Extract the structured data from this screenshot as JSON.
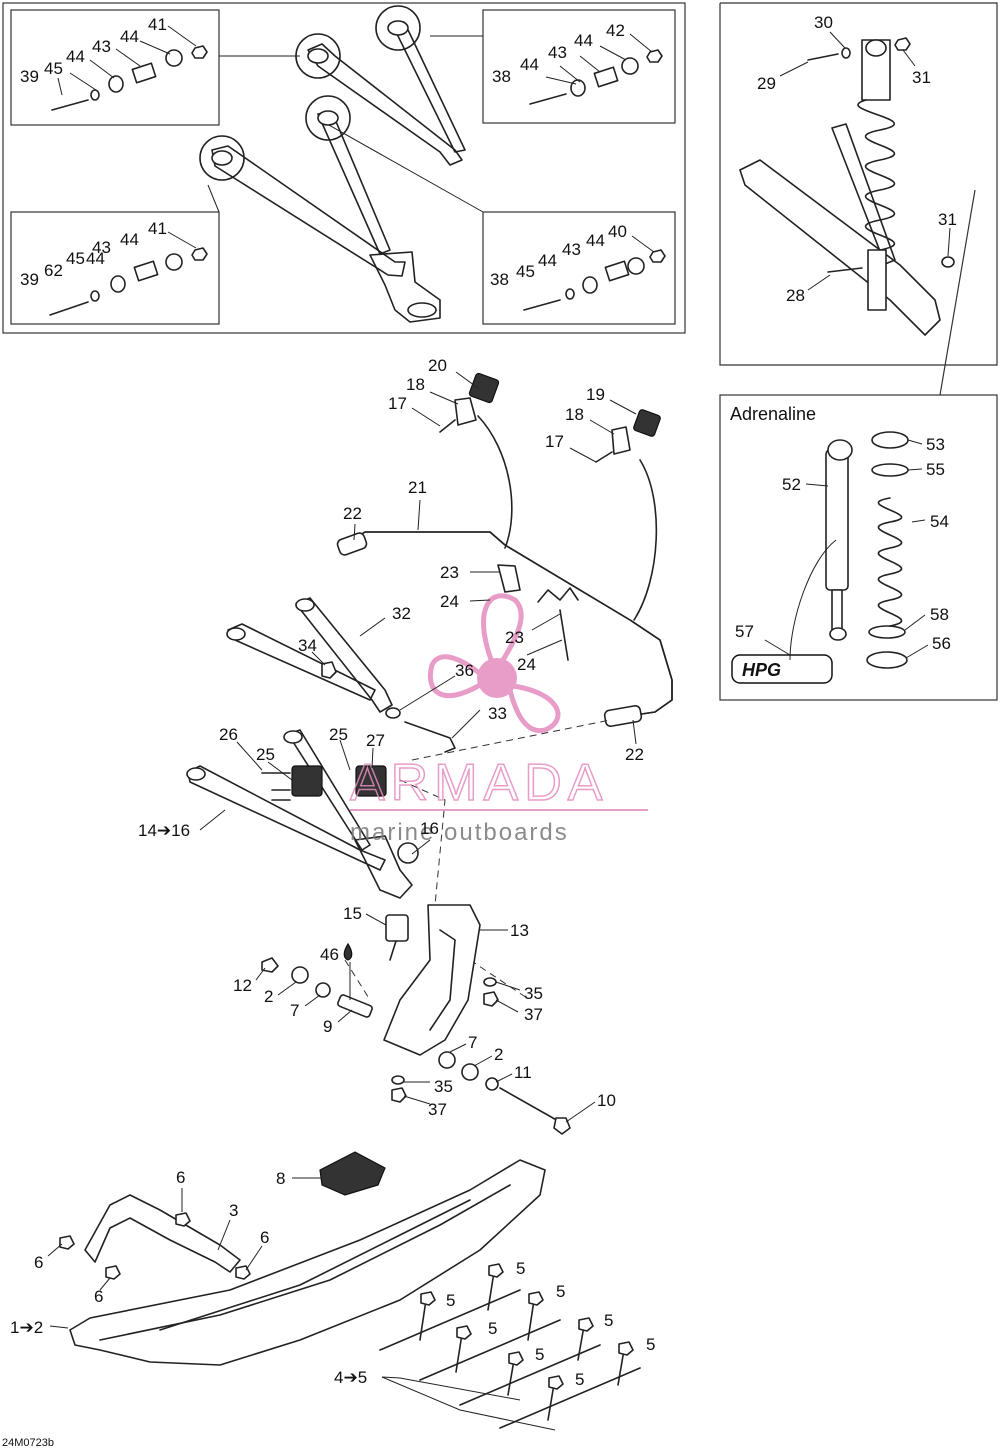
{
  "figure": {
    "code": "24M0723b",
    "inset_title": "Adrenaline"
  },
  "watermark": {
    "brand": "ARMADA",
    "tagline": "marine outboards",
    "color": "#e48cc0"
  },
  "callouts": {
    "c1": "41",
    "c2": "39",
    "c3": "45",
    "c4": "44",
    "c5": "43",
    "c6": "44",
    "c7": "42",
    "c8": "38",
    "c9": "44",
    "c10": "43",
    "c11": "44",
    "c12": "41",
    "c13": "39",
    "c14": "62",
    "c15": "45",
    "c16": "44",
    "c17": "43",
    "c18": "44",
    "c19": "40",
    "c20": "38",
    "c21": "45",
    "c22": "44",
    "c23": "43",
    "c24": "44",
    "c25": "30",
    "c26": "29",
    "c27": "31",
    "c28": "31",
    "c29": "28",
    "c30": "53",
    "c31": "55",
    "c32": "52",
    "c33": "54",
    "c34": "58",
    "c35": "57",
    "c36": "56",
    "c37": "20",
    "c38": "18",
    "c39": "17",
    "c40": "19",
    "c41": "18",
    "c42": "17",
    "c43": "21",
    "c44": "22",
    "c45": "23",
    "c46": "24",
    "c47": "32",
    "c48": "23",
    "c49": "24",
    "c50": "34",
    "c51": "36",
    "c52": "33",
    "c53": "22",
    "c54": "26",
    "c55": "25",
    "c56": "25",
    "c57": "27",
    "c58": "14➔16",
    "c59": "16",
    "c60": "15",
    "c61": "13",
    "c62": "46",
    "c63": "12",
    "c64": "2",
    "c65": "7",
    "c66": "9",
    "c67": "35",
    "c68": "37",
    "c69": "7",
    "c70": "2",
    "c71": "11",
    "c72": "35",
    "c73": "37",
    "c74": "10",
    "c75": "8",
    "c76": "6",
    "c77": "3",
    "c78": "6",
    "c79": "6",
    "c80": "6",
    "c81": "1➔2",
    "c82": "5",
    "c83": "5",
    "c84": "5",
    "c85": "5",
    "c86": "5",
    "c87": "5",
    "c88": "5",
    "c89": "5",
    "c90": "4➔5"
  },
  "icons": {
    "droplet": "lubricant-droplet-icon",
    "logo": "hpg-shock-logo"
  }
}
